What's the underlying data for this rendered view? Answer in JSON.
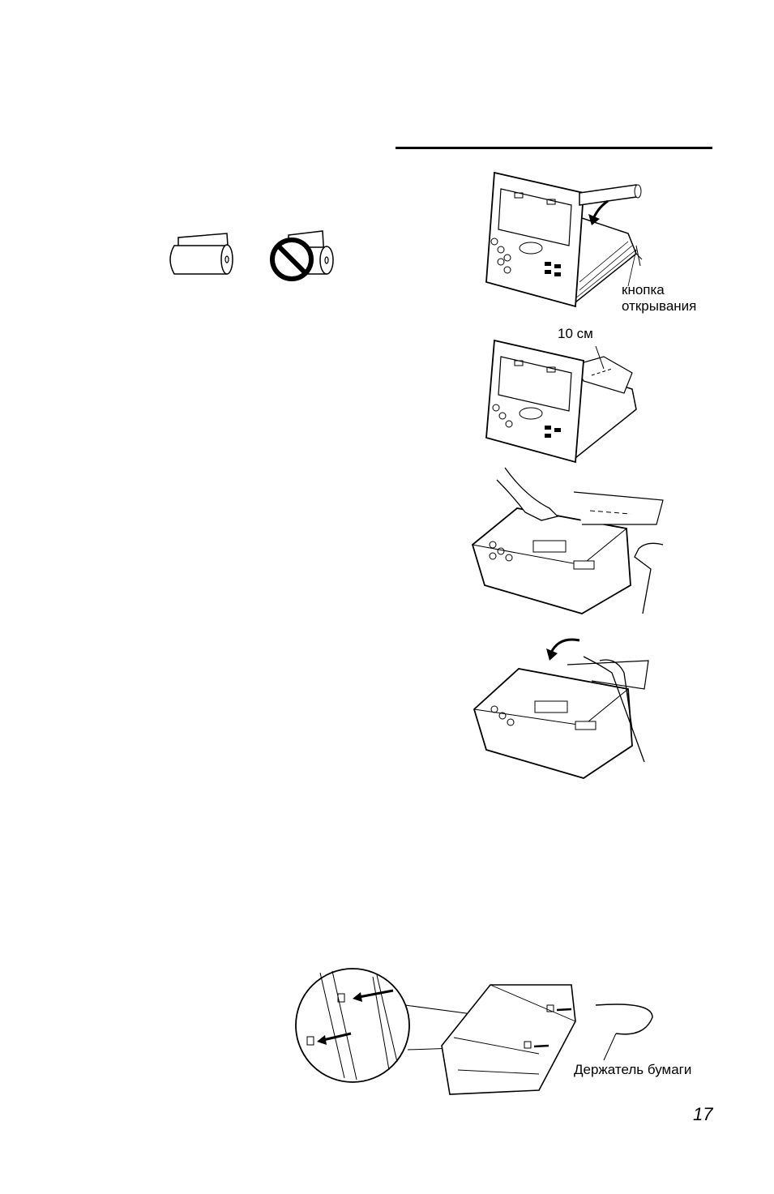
{
  "page": {
    "page_number": "17"
  },
  "figures": {
    "open_button_label_line1": "кнопка",
    "open_button_label_line2": "открывания",
    "paper_length_label": "10 см",
    "paper_holder_label": "Держатель бумаги"
  }
}
